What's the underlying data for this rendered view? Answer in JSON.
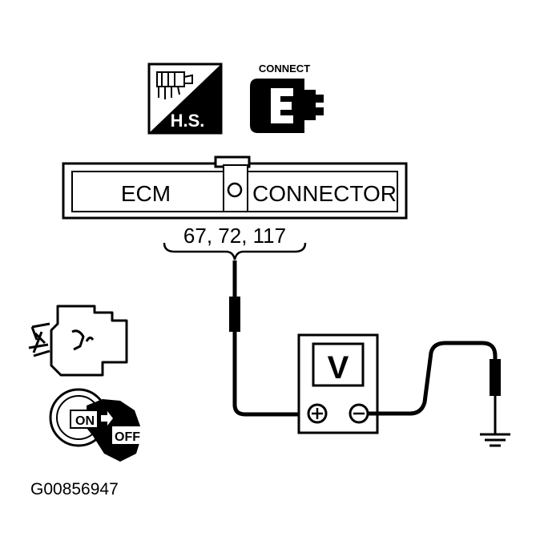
{
  "connect_label": "CONNECT",
  "hs_label": "H.S.",
  "ecm_connector": {
    "left_label": "ECM",
    "right_label": "CONNECTOR",
    "pins": "67, 72, 117"
  },
  "voltmeter": {
    "display": "V"
  },
  "ignition": {
    "on_label": "ON",
    "off_label": "OFF"
  },
  "figure_code": "G00856947"
}
